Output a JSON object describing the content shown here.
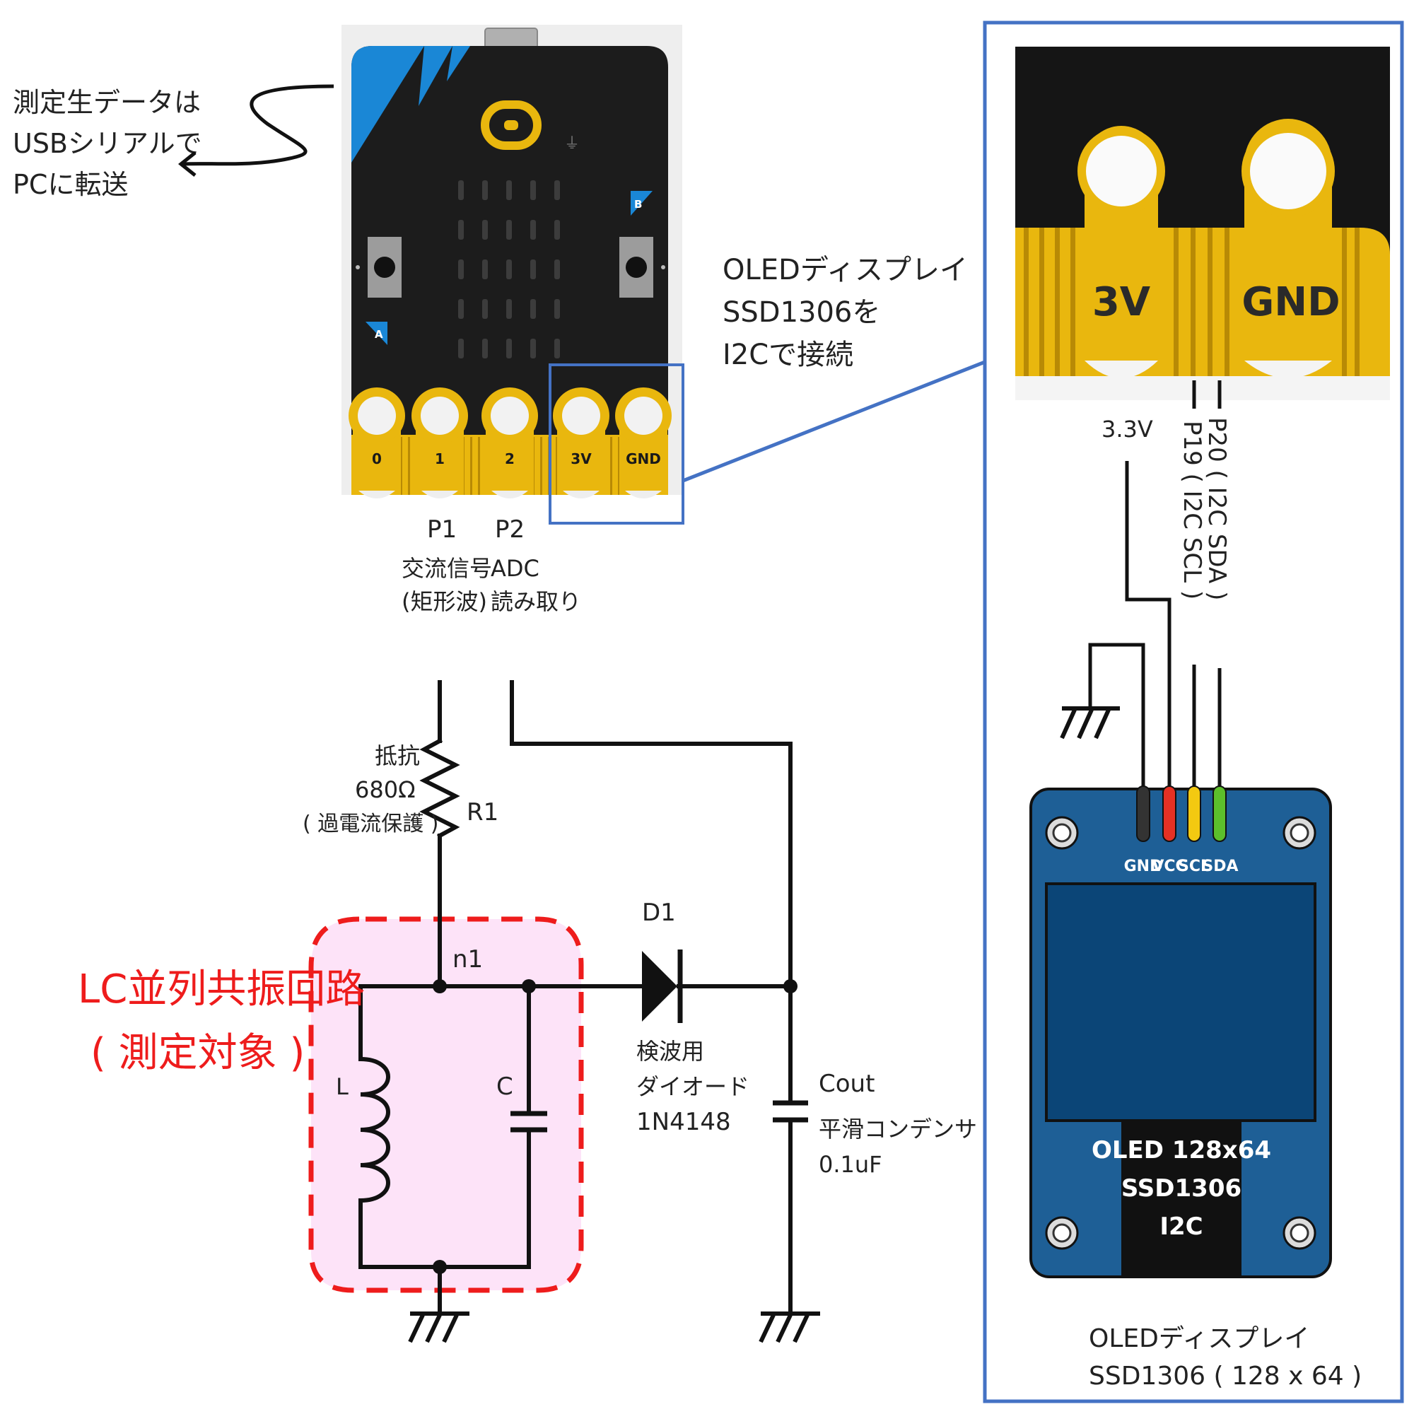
{
  "microbit": {
    "pin_labels": [
      "0",
      "1",
      "2",
      "3V",
      "GND"
    ],
    "button_a": "A",
    "button_b": "B"
  },
  "notes": {
    "usb_line1": "測定生データは",
    "usb_line2": "USBシリアルで",
    "usb_line3": "PCに転送",
    "oled_line1": "OLEDディスプレイ",
    "oled_line2": "SSD1306を",
    "oled_line3": "I2Cで接続"
  },
  "pins": {
    "p1_name": "P1",
    "p1_desc1": "交流信号",
    "p1_desc2": "(矩形波)",
    "p2_name": "P2",
    "p2_desc1": "ADC",
    "p2_desc2": "読み取り"
  },
  "circuit": {
    "r_label1": "抵抗",
    "r_value": "680Ω",
    "r_note": "( 過電流保護 )",
    "r_name": "R1",
    "node": "n1",
    "lc_title": "LC並列共振回路",
    "lc_note": "( 測定対象 )",
    "l_name": "L",
    "c_name": "C",
    "d_name": "D1",
    "d_desc1": "検波用",
    "d_desc2": "ダイオード",
    "d_desc3": "1N4148",
    "cout_name": "Cout",
    "cout_desc1": "平滑コンデンサ",
    "cout_desc2": "0.1uF"
  },
  "zoom": {
    "pad_3v": "3V",
    "pad_gnd": "GND",
    "v33": "3.3V",
    "p20": "P20 ( I2C SDA )",
    "p19": "P19 ( I2C SCL )"
  },
  "oled": {
    "pin_gnd": "GND",
    "pin_vcc": "VCC",
    "pin_scl": "SCL",
    "pin_sda": "SDA",
    "label1": "OLED 128x64",
    "label2": "SSD1306",
    "label3": "I2C",
    "caption1": "OLEDディスプレイ",
    "caption2": "SSD1306 ( 128 x 64 )"
  },
  "colors": {
    "board": "#1c1c1c",
    "gold": "#e9b70e",
    "accent_blue": "#1a87d6",
    "highlight_box": "#4472c4",
    "lc_fill": "#fde3f8",
    "lc_border": "#ee1c1c",
    "oled_pcb": "#1e5f96",
    "oled_screen": "#0b4577",
    "pin_gnd_color": "#333333",
    "pin_vcc_color": "#e53124",
    "pin_scl_color": "#f3c911",
    "pin_sda_color": "#5cbf2b"
  }
}
